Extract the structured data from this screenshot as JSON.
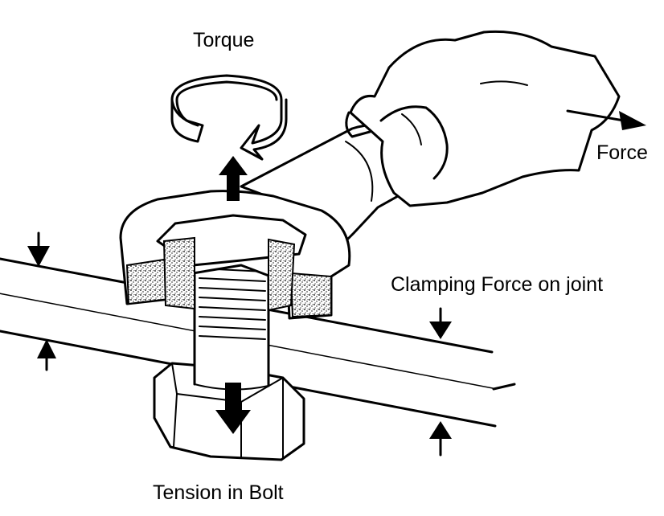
{
  "labels": {
    "torque": "Torque",
    "force": "Force",
    "clamping": "Clamping Force on joint",
    "tension": "Tension in Bolt"
  },
  "colors": {
    "ink": "#000000",
    "paper": "#ffffff",
    "cut_surface": "#d9d9d9"
  },
  "icons": {
    "torque": "circular-arrow-icon",
    "force": "right-arrow-icon",
    "clamp": "down-up-arrow-icons",
    "tension": "down-arrow-icon"
  }
}
